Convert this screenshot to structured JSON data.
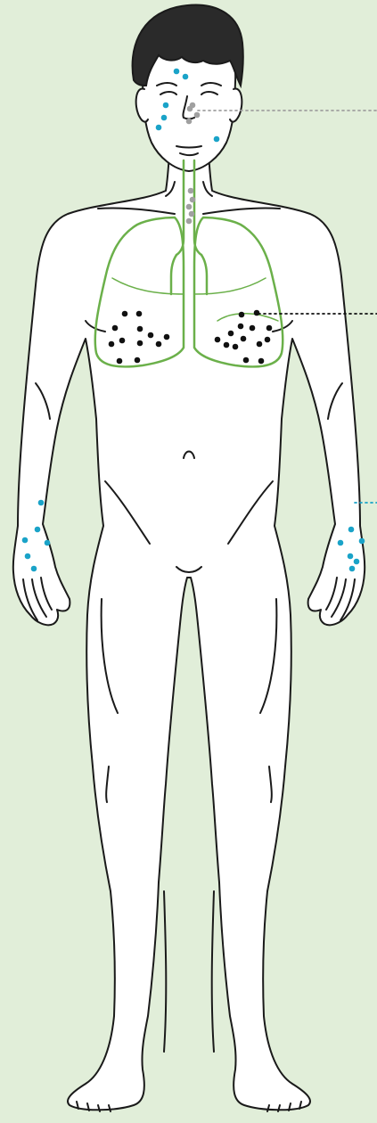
{
  "colors": {
    "background": "#e1eed9",
    "body_fill": "#ffffff",
    "outline": "#1a1a1a",
    "hair": "#2a2a2a",
    "lungs": "#6bb04a",
    "skin_particles": "#1aa3c8",
    "airway_particles": "#a0a0a0",
    "lung_particles": "#111111"
  },
  "callouts": [
    {
      "id": "airway",
      "target": "nose",
      "style": "dotted",
      "color": "airway_particles"
    },
    {
      "id": "lungs",
      "target": "left-lung",
      "style": "dotted",
      "color": "lung_particles"
    },
    {
      "id": "skin",
      "target": "left-hand",
      "style": "dotted",
      "color": "skin_particles"
    }
  ],
  "particle_groups": [
    {
      "name": "face-skin-particles",
      "color": "skin_particles",
      "count": 6
    },
    {
      "name": "nose-particles",
      "color": "airway_particles",
      "count": 4
    },
    {
      "name": "trachea-particles",
      "color": "airway_particles",
      "count": 5
    },
    {
      "name": "right-lung-particles",
      "color": "lung_particles",
      "count": 12
    },
    {
      "name": "left-lung-particles",
      "color": "lung_particles",
      "count": 14
    },
    {
      "name": "right-hand-particles",
      "color": "skin_particles",
      "count": 6
    },
    {
      "name": "left-hand-particles",
      "color": "skin_particles",
      "count": 6
    }
  ]
}
